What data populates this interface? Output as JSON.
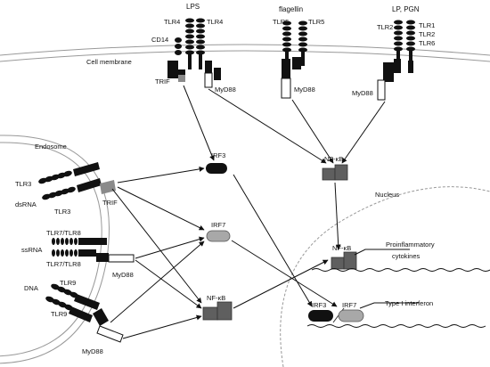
{
  "labels": {
    "lps": "LPS",
    "flagellin": "flagellin",
    "lp_pgn": "LP, PGN",
    "tlr4_left": "TLR4",
    "tlr4_right": "TLR4",
    "cd14": "CD14",
    "tlr5_left": "TLR5",
    "tlr5_right": "TLR5",
    "tlr2": "TLR2",
    "tlr1": "TLR1",
    "tlr2_right": "TLR2",
    "tlr6": "TLR6",
    "cell_membrane": "Cell membrane",
    "trif_top": "TRIF",
    "myd88_tlr4": "MyD88",
    "myd88_tlr5": "MyD88",
    "myd88_tlr2": "MyD88",
    "endosome": "Endosome",
    "tlr3_top": "TLR3",
    "dsrna": "dsRNA",
    "tlr3_bottom": "TLR3",
    "trif_endo": "TRIF",
    "tlr78_top": "TLR7/TLR8",
    "ssrna": "ssRNA",
    "tlr78_bottom": "TLR7/TLR8",
    "myd88_tlr78": "MyD88",
    "tlr9_top": "TLR9",
    "dna": "DNA",
    "tlr9_bottom": "TLR9",
    "myd88_tlr9": "MyD88",
    "irf3": "IRF3",
    "nfkb_top": "NF-κB",
    "irf7": "IRF7",
    "nfkb_mid": "NF-κB",
    "nucleus": "Nucleus",
    "nfkb_nucleus": "NF-κB",
    "proinflammatory_1": "Proinflammatory",
    "proinflammatory_2": "cytokines",
    "irf3_nucleus": "IRF3",
    "irf7_nucleus": "IRF7",
    "type1_interferon": "Type I interferon"
  },
  "colors": {
    "receptor": "#111111",
    "trif": "#8a8a8a",
    "myd88": "#ffffff",
    "irf3": "#111111",
    "irf7": "#a8a8a8",
    "nfkb": "#5f5f5f",
    "membrane": "#999999"
  }
}
